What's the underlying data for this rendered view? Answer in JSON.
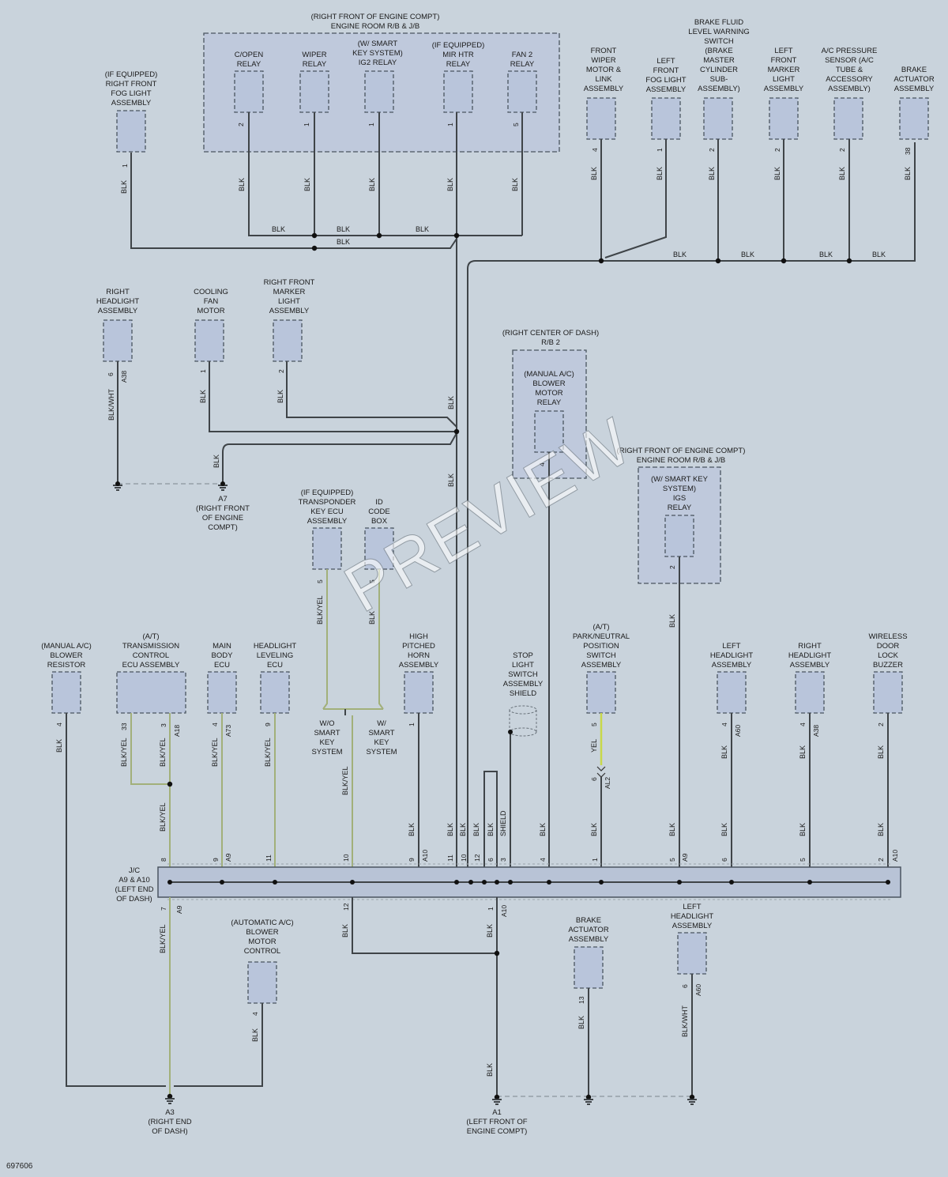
{
  "top_group": [
    "(RIGHT FRONT OF ENGINE COMPT)",
    "ENGINE ROOM R/B & J/B"
  ],
  "top_relays": [
    {
      "lines": [
        "C/OPEN",
        "RELAY"
      ],
      "pin": "2"
    },
    {
      "lines": [
        "WIPER",
        "RELAY"
      ],
      "pin": "1"
    },
    {
      "lines": [
        "(W/ SMART",
        "KEY SYSTEM)",
        "IG2 RELAY"
      ],
      "pin": "1"
    },
    {
      "lines": [
        "(IF EQUIPPED)",
        "MIR HTR",
        "RELAY"
      ],
      "pin": "1"
    },
    {
      "lines": [
        "FAN 2",
        "RELAY"
      ],
      "pin": "5"
    }
  ],
  "fog_right": {
    "lines": [
      "(IF EQUIPPED)",
      "RIGHT FRONT",
      "FOG LIGHT",
      "ASSEMBLY"
    ],
    "pin": "1"
  },
  "right_top": [
    {
      "lines": [
        "FRONT",
        "WIPER",
        "MOTOR &",
        "LINK",
        "ASSEMBLY"
      ],
      "pin": "4"
    },
    {
      "lines": [
        "LEFT",
        "FRONT",
        "FOG LIGHT",
        "ASSEMBLY"
      ],
      "pin": "1"
    },
    {
      "lines": [
        "BRAKE FLUID",
        "LEVEL WARNING",
        "SWITCH",
        "(BRAKE",
        "MASTER",
        "CYLINDER",
        "SUB-",
        "ASSEMBLY)"
      ],
      "pin": "2"
    },
    {
      "lines": [
        "LEFT",
        "FRONT",
        "MARKER",
        "LIGHT",
        "ASSEMBLY"
      ],
      "pin": "2"
    },
    {
      "lines": [
        "A/C PRESSURE",
        "SENSOR (A/C",
        "TUBE &",
        "ACCESSORY",
        "ASSEMBLY)"
      ],
      "pin": "2"
    },
    {
      "lines": [
        "BRAKE",
        "ACTUATOR",
        "ASSEMBLY"
      ],
      "pin": "38"
    }
  ],
  "mid_left": [
    {
      "lines": [
        "RIGHT",
        "HEADLIGHT",
        "ASSEMBLY"
      ],
      "pin": "6",
      "conn": "A38",
      "wire": "BLK/WHT"
    },
    {
      "lines": [
        "COOLING",
        "FAN",
        "MOTOR"
      ],
      "pin": "1",
      "wire": "BLK"
    },
    {
      "lines": [
        "RIGHT FRONT",
        "MARKER",
        "LIGHT",
        "ASSEMBLY"
      ],
      "pin": "2",
      "wire": "BLK"
    }
  ],
  "ground_a7": [
    "A7",
    "(RIGHT FRONT",
    "OF ENGINE",
    "COMPT)"
  ],
  "rb2": {
    "group": [
      "(RIGHT CENTER OF DASH)",
      "R/B 2"
    ],
    "lines": [
      "(MANUAL A/C)",
      "BLOWER",
      "MOTOR",
      "RELAY"
    ],
    "pin": "4"
  },
  "igs": {
    "group": [
      "(RIGHT FRONT OF ENGINE COMPT)",
      "ENGINE ROOM R/B & J/B"
    ],
    "lines": [
      "(W/ SMART KEY",
      "SYSTEM)",
      "IGS",
      "RELAY"
    ],
    "pin": "2"
  },
  "transponder": {
    "lines": [
      "(IF EQUIPPED)",
      "TRANSPONDER",
      "KEY ECU",
      "ASSEMBLY"
    ],
    "pin": "5",
    "wire": "BLK/YEL"
  },
  "idcode": {
    "lines": [
      "ID",
      "CODE",
      "BOX"
    ],
    "pin": "5",
    "wire": "BLK"
  },
  "smart_labels": {
    "wo": [
      "W/O",
      "SMART",
      "KEY",
      "SYSTEM"
    ],
    "w": [
      "W/",
      "SMART",
      "KEY",
      "SYSTEM"
    ]
  },
  "bottom_comps": [
    {
      "lines": [
        "(MANUAL A/C)",
        "BLOWER",
        "RESISTOR"
      ],
      "pin": "4",
      "wire": "BLK"
    },
    {
      "lines": [
        "(A/T)",
        "TRANSMISSION",
        "CONTROL",
        "ECU ASSEMBLY"
      ],
      "pins": [
        "33",
        "3"
      ],
      "conn": "A18",
      "wires": [
        "BLK/YEL",
        "BLK/YEL"
      ]
    },
    {
      "lines": [
        "MAIN",
        "BODY",
        "ECU"
      ],
      "pin": "4",
      "conn": "A73",
      "wire": "BLK/YEL"
    },
    {
      "lines": [
        "HEADLIGHT",
        "LEVELING",
        "ECU"
      ],
      "pin": "9",
      "wire": "BLK/YEL"
    },
    {
      "lines": [
        "HIGH",
        "PITCHED",
        "HORN",
        "ASSEMBLY"
      ],
      "pin": "1",
      "wire": "BLK"
    },
    {
      "lines": [
        "STOP",
        "LIGHT",
        "SWITCH",
        "ASSEMBLY",
        "SHIELD"
      ]
    },
    {
      "lines": [
        "(A/T)",
        "PARK/NEUTRAL",
        "POSITION",
        "SWITCH",
        "ASSEMBLY"
      ],
      "pin": "5",
      "wire": "YEL"
    },
    {
      "lines": [
        "LEFT",
        "HEADLIGHT",
        "ASSEMBLY"
      ],
      "pin": "4",
      "conn": "A60",
      "wire": "BLK"
    },
    {
      "lines": [
        "RIGHT",
        "HEADLIGHT",
        "ASSEMBLY"
      ],
      "pin": "4",
      "conn": "A38",
      "wire": "BLK"
    },
    {
      "lines": [
        "WIRELESS",
        "DOOR",
        "LOCK",
        "BUZZER"
      ],
      "pin": "2",
      "wire": "BLK"
    }
  ],
  "jc_label": [
    "J/C",
    "A9 & A10",
    "(LEFT END",
    "OF DASH)"
  ],
  "jc_top_pins": [
    "8",
    "9",
    "11",
    "10",
    "9",
    "11",
    "10",
    "12",
    "6",
    "3",
    "4",
    "1",
    "5",
    "6",
    "5",
    "2"
  ],
  "jc_top_conns": {
    "a9_1": "A9",
    "a10_1": "A10",
    "a9_2": "A9",
    "a10_2": "A10"
  },
  "jc_bottom_pins": [
    "7",
    "12",
    "1"
  ],
  "jc_bottom_conns": [
    "A9",
    "A10"
  ],
  "al2": {
    "pin": "6",
    "conn": "AL2"
  },
  "auto_blower": {
    "lines": [
      "(AUTOMATIC A/C)",
      "BLOWER",
      "MOTOR",
      "CONTROL"
    ],
    "pin": "4",
    "wire": "BLK"
  },
  "brake_act_bottom": {
    "lines": [
      "BRAKE",
      "ACTUATOR",
      "ASSEMBLY"
    ],
    "pin": "13",
    "wire": "BLK"
  },
  "left_hl_bottom": {
    "lines": [
      "LEFT",
      "HEADLIGHT",
      "ASSEMBLY"
    ],
    "pin": "6",
    "conn": "A60",
    "wire": "BLK/WHT"
  },
  "ground_a3": [
    "A3",
    "(RIGHT END",
    "OF DASH)"
  ],
  "ground_a1": [
    "A1",
    "(LEFT FRONT OF",
    "ENGINE COMPT)"
  ],
  "wire_blk": "BLK",
  "wire_blkyel": "BLK/YEL",
  "wire_shield": "SHIELD",
  "watermark": "PREVIEW",
  "figure_code": "697606"
}
